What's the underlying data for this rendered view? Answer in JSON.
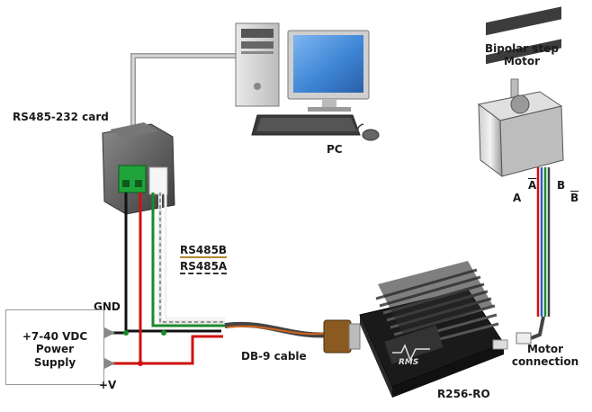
{
  "labels": {
    "rs485_card": "RS485-232 card",
    "pc": "PC",
    "motor_title": "Bipolar step\nMotor",
    "rs485b": "RS485B",
    "rs485a": "RS485A",
    "gnd": "GND",
    "power_supply": "+7-40 VDC\nPower\nSupply",
    "plus_v": "+V",
    "db9_cable": "DB-9 cable",
    "driver": "R256-RO",
    "motor_connection": "Motor\nconnection",
    "phase_a": "A",
    "phase_a_bar": "A",
    "phase_b": "B",
    "phase_b_bar": "B",
    "brand": "RMS"
  },
  "colors": {
    "wire_black": "#111111",
    "wire_red": "#d01010",
    "wire_green": "#1a8a2a",
    "wire_white": "#f2f2f2",
    "terminal_green": "#1fa33a",
    "heatsink": "#2a2a2a",
    "monitor_screen": "#3e86d6"
  }
}
